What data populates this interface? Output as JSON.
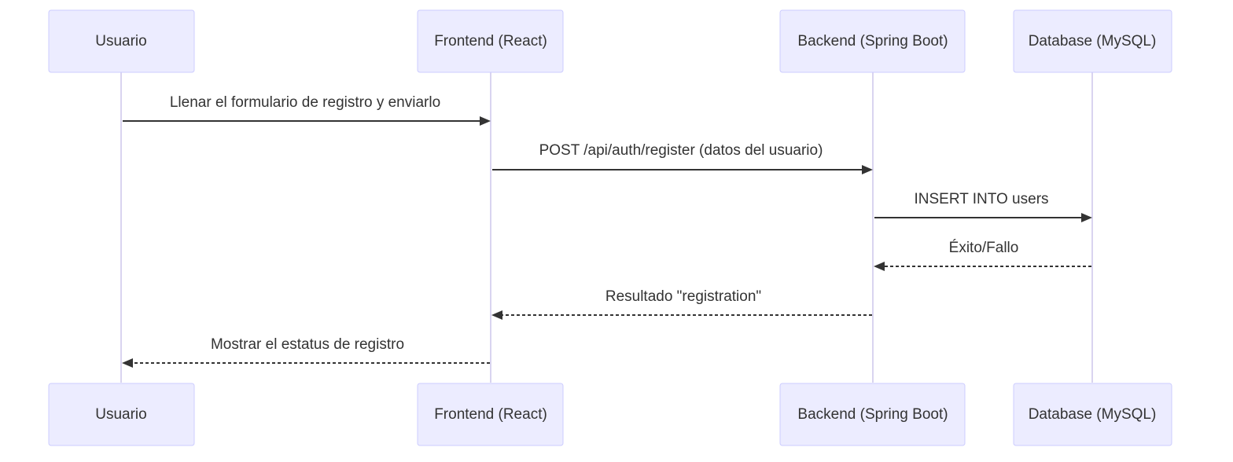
{
  "participants": [
    {
      "id": "usuario",
      "label": "Usuario"
    },
    {
      "id": "frontend",
      "label": "Frontend (React)"
    },
    {
      "id": "backend",
      "label": "Backend (Spring Boot)"
    },
    {
      "id": "database",
      "label": "Database (MySQL)"
    }
  ],
  "messages": [
    {
      "from": "usuario",
      "to": "frontend",
      "label": "Llenar el formulario de registro y enviarlo",
      "style": "solid"
    },
    {
      "from": "frontend",
      "to": "backend",
      "label": "POST /api/auth/register (datos del usuario)",
      "style": "solid"
    },
    {
      "from": "backend",
      "to": "database",
      "label": "INSERT INTO users",
      "style": "solid"
    },
    {
      "from": "database",
      "to": "backend",
      "label": "Éxito/Fallo",
      "style": "dashed"
    },
    {
      "from": "backend",
      "to": "frontend",
      "label": "Resultado \"registration\"",
      "style": "dashed"
    },
    {
      "from": "frontend",
      "to": "usuario",
      "label": "Mostrar el estatus de registro",
      "style": "dashed"
    }
  ],
  "colors": {
    "actor_fill": "#ECECFF",
    "actor_stroke": "#CCCCFF",
    "lifeline": "#D9D4F0",
    "text": "#333333",
    "arrow": "#333333"
  }
}
